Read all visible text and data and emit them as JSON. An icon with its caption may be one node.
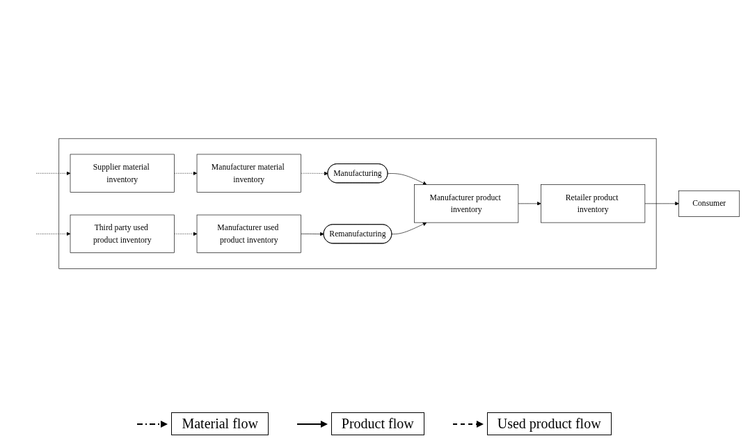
{
  "diagram": {
    "nodes": [
      {
        "text": [],
        "shape": "box"
      },
      {
        "text": [
          "Manufacturer material inventory"
        ],
        "in": 0
      },
      {
        "text": [
          "Supplier material inventory"
        ],
        "in": 0
      },
      {
        "text": [
          "Manufacturing"
        ],
        "in": 0
      },
      {
        "text": [
          "Remanufacturing"
        ],
        "in": 0
      },
      {
        "text": [
          "Manufacturer product inventory"
        ],
        "in": 0
      },
      {
        "text": [
          "Retailer product inventory"
        ],
        "in": 0
      },
      {
        "text": [
          "Third party used product inventory"
        ],
        "in": 0
      },
      {
        "text": [
          "Manufacturer used product inventory"
        ],
        "in": 0
      },
      {
        "text": [
          "Consumer"
        ]
      }
    ],
    "edges": [
      {
        "from": null,
        "to": 2,
        "arrow": "to",
        "style": "dashed"
      },
      {
        "from": 2,
        "to": 1,
        "arrow": "to",
        "style": "dashed"
      },
      {
        "from": 1,
        "to": 3,
        "arrow": "to",
        "style": "dashed"
      },
      {
        "from": 3,
        "to": 5,
        "arrow": "to"
      },
      {
        "from": 4,
        "to": 5,
        "arrow": "to"
      },
      {
        "from": 5,
        "to": 6,
        "arrow": "to"
      },
      {
        "from": 6,
        "to": 9,
        "arrow": "to"
      },
      {
        "from": null,
        "to": 7,
        "arrow": "to",
        "style": "dashed"
      },
      {
        "from": 7,
        "to": 8,
        "arrow": "to",
        "style": "dashed"
      },
      {
        "from": 8,
        "to": 4,
        "arrow": "to"
      }
    ],
    "legend": [
      {
        "text": "Material flow"
      },
      {
        "text": "Product flow"
      },
      {
        "text": "Used product flow"
      }
    ]
  }
}
